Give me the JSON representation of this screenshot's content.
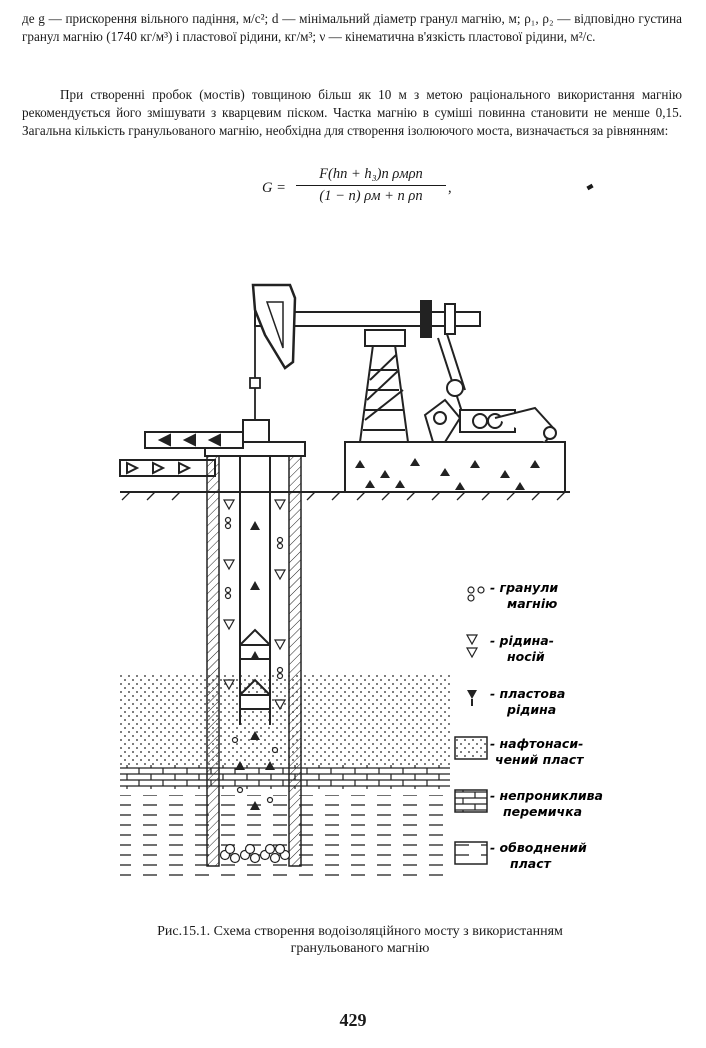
{
  "text": {
    "p1": "де g — прискорення вільного падіння, м/с²; d — мінімальний діаметр гранул магнію, м; ρ₁, ρ₂ — відповідно густина гранул магнію (1740 кг/м³) і пластової рідини, кг/м³; ν — кінематична в'язкість пластової рідини, м²/с.",
    "p2": "При створенні пробок (мостів) товщиною більш як 10 м з метою раціонального використання магнію рекомендується його змішувати з кварцевим піском. Частка магнію в суміші повинна становити не менше 0,15. Загальна кількість гранульованого магнію, необхідна для створення ізолюючого моста, визначається за рівнянням:"
  },
  "formula": {
    "lhs": "G =",
    "numerator": "F(hп + h₃)n ρмρп",
    "denominator": "(1 − n) ρм + n ρп",
    "trailing": ","
  },
  "figure": {
    "legend": [
      {
        "line1": "- гранули",
        "line2": "магнію"
      },
      {
        "line1": "- рідина-",
        "line2": "носій"
      },
      {
        "line1": "- пластова",
        "line2": "рідина"
      },
      {
        "line1": "- нафтонаси-",
        "line2": "чений пласт"
      },
      {
        "line1": "- непрониклива",
        "line2": "перемичка"
      },
      {
        "line1": "- обводнений",
        "line2": "пласт"
      }
    ]
  },
  "caption": {
    "line1": "Рис.15.1. Схема створення водоізоляційного мосту з використанням",
    "line2": "гранульованого магнію"
  },
  "page_number": "429"
}
